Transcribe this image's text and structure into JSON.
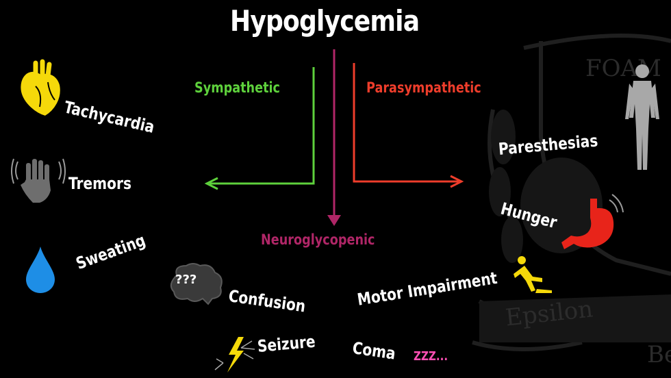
{
  "title": "Hypoglycemia",
  "branches": {
    "sympathetic": {
      "label": "Sympathetic",
      "color": "#5ed13c"
    },
    "parasympathetic": {
      "label": "Parasympathetic",
      "color": "#ee3d2b"
    },
    "neuroglycopenic": {
      "label": "Neuroglycopenic",
      "color": "#b02667"
    }
  },
  "sympathetic_symptoms": {
    "tachycardia": "Tachycardia",
    "tremors": "Tremors",
    "sweating": "Sweating"
  },
  "parasympathetic_symptoms": {
    "paresthesias": "Paresthesias",
    "hunger": "Hunger"
  },
  "neuroglycopenic_symptoms": {
    "confusion": "Confusion",
    "confusion_icon_text": "???",
    "motor_impairment": "Motor Impairment",
    "seizure": "Seizure",
    "coma": "Coma",
    "coma_icon_text": "ZZZ..."
  },
  "watermark": {
    "top": "FOAM",
    "ribbon": "Epsilon",
    "corner": "Be"
  },
  "colors": {
    "background": "#000000",
    "text": "#ffffff",
    "heart": "#f5d90a",
    "drop": "#1e8ee6",
    "stomach": "#e8241a",
    "person": "#a8a8a8",
    "figure": "#f5d90a",
    "zzz": "#ff4fb4"
  }
}
